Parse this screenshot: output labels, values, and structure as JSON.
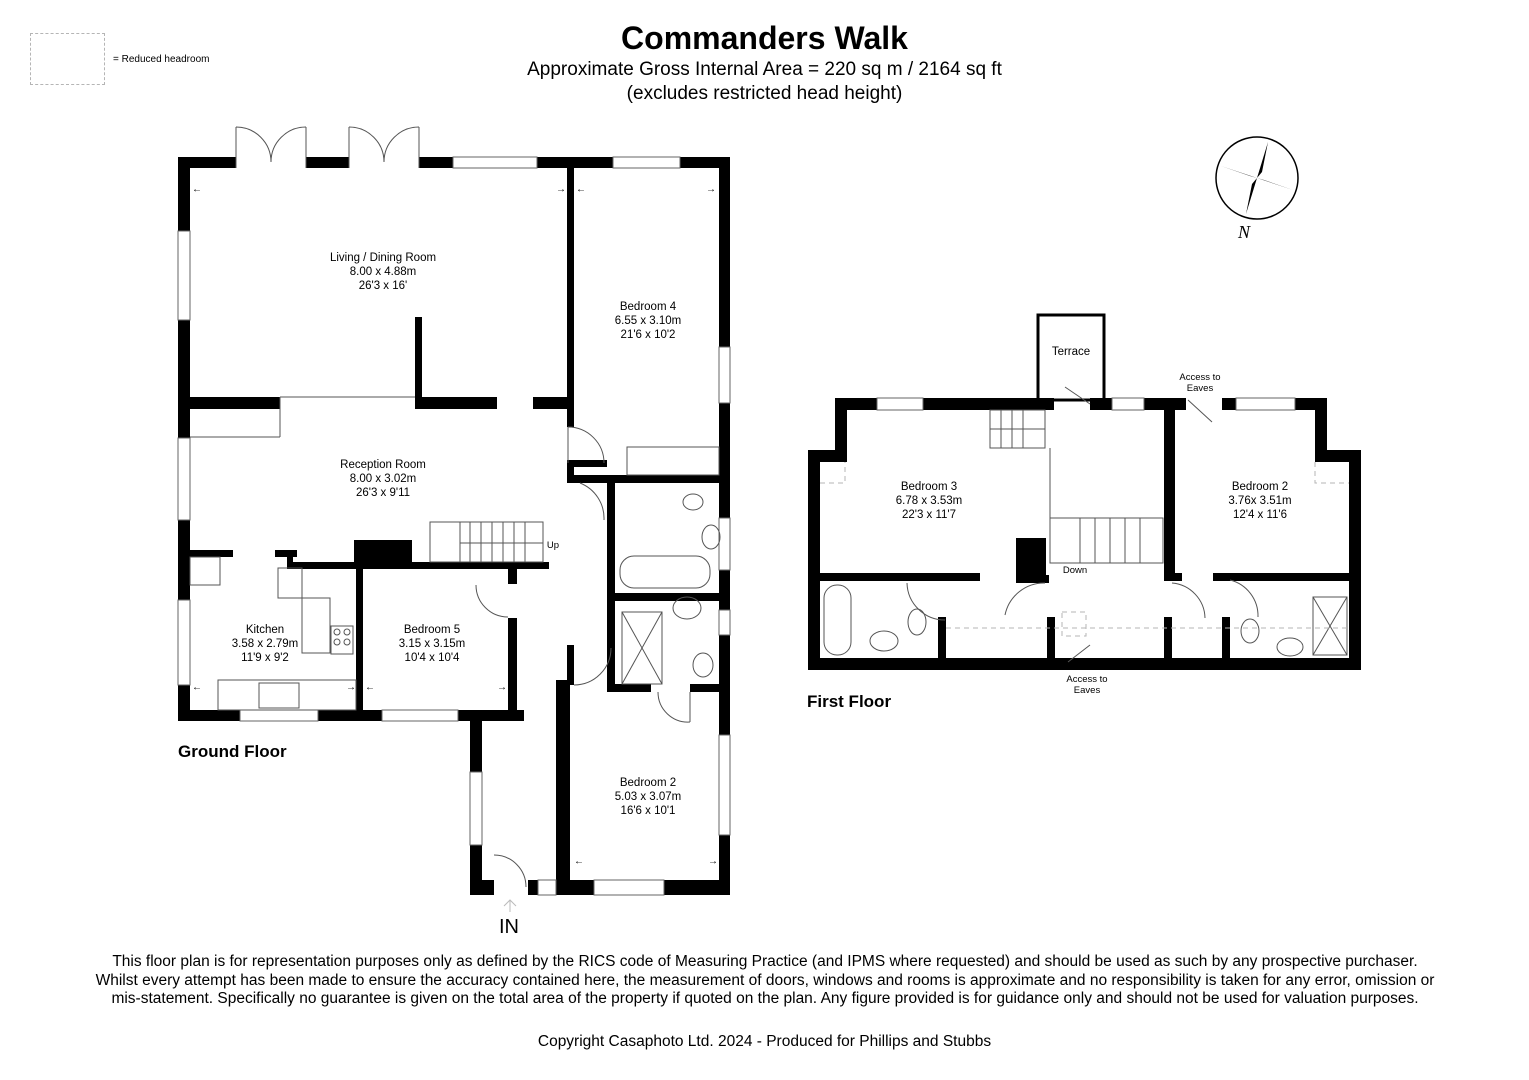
{
  "legend": {
    "text": "= Reduced headroom"
  },
  "header": {
    "title": "Commanders Walk",
    "area": "Approximate Gross Internal Area = 220 sq m / 2164 sq ft",
    "note": "(excludes restricted head height)"
  },
  "ground_floor": {
    "label": "Ground Floor",
    "entrance_label": "IN",
    "stairs_label": "Up",
    "rooms": [
      {
        "name": "Living / Dining Room",
        "metric": "8.00 x 4.88m",
        "imperial": "26'3 x 16'"
      },
      {
        "name": "Bedroom 4",
        "metric": "6.55 x 3.10m",
        "imperial": "21'6 x 10'2"
      },
      {
        "name": "Reception Room",
        "metric": "8.00 x 3.02m",
        "imperial": "26'3 x 9'11"
      },
      {
        "name": "Kitchen",
        "metric": "3.58 x 2.79m",
        "imperial": "11'9 x 9'2"
      },
      {
        "name": "Bedroom 5",
        "metric": "3.15 x 3.15m",
        "imperial": "10'4 x 10'4"
      },
      {
        "name": "Bedroom 2",
        "metric": "5.03 x 3.07m",
        "imperial": "16'6 x 10'1"
      }
    ]
  },
  "first_floor": {
    "label": "First Floor",
    "stairs_label": "Down",
    "terrace_label": "Terrace",
    "eaves_access_top": [
      "Access to",
      "Eaves"
    ],
    "eaves_access_bottom": [
      "Access to",
      "Eaves"
    ],
    "rooms": [
      {
        "name": "Bedroom 3",
        "metric": "6.78 x 3.53m",
        "imperial": "22'3 x 11'7"
      },
      {
        "name": "Bedroom 2",
        "metric": "3.76x 3.51m",
        "imperial": "12'4 x 11'6"
      }
    ]
  },
  "compass": {
    "label": "N"
  },
  "footer": {
    "disclaimer": "This floor plan is for representation purposes only as defined by the RICS code of Measuring Practice (and IPMS where requested) and should be used as such by any prospective purchaser. Whilst every attempt has been made to ensure the accuracy contained here, the measurement of doors, windows and rooms is approximate and no responsibility is taken for any error, omission or mis-statement. Specifically no guarantee is given on the total area of the property if quoted on the plan. Any figure provided is for guidance only and should not be used for valuation purposes.",
    "copyright": "Copyright Casaphoto Ltd. 2024 - Produced for Phillips and Stubbs"
  },
  "colors": {
    "wall": "#000000",
    "line": "#555555",
    "dashed": "#b5b5b5",
    "background": "#ffffff"
  }
}
